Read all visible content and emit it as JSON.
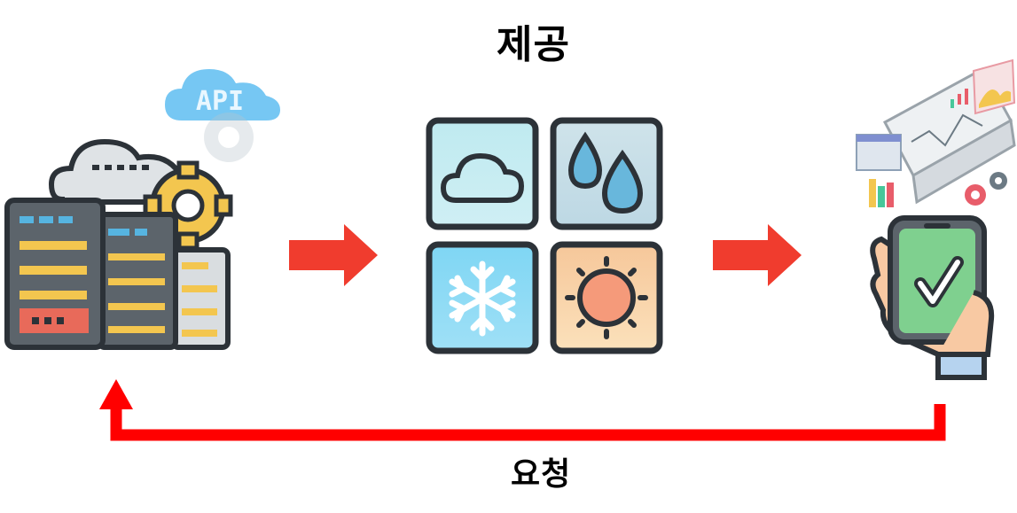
{
  "diagram": {
    "provide_label": "제공",
    "request_label": "요청",
    "api_badge_text": "API",
    "colors": {
      "arrow_red": "#f03c2e",
      "flow_red": "#ff0000",
      "outline": "#2c3238"
    },
    "nodes": [
      {
        "name": "api-server",
        "icon": "server-rack-cloud-gear-icon"
      },
      {
        "name": "weather-data",
        "icon": "weather-tiles-icon",
        "tiles": [
          "cloud-icon",
          "raindrops-icon",
          "snowflake-icon",
          "sun-icon"
        ]
      },
      {
        "name": "client-devices",
        "icon": "laptop-smartphone-check-icon"
      }
    ]
  }
}
